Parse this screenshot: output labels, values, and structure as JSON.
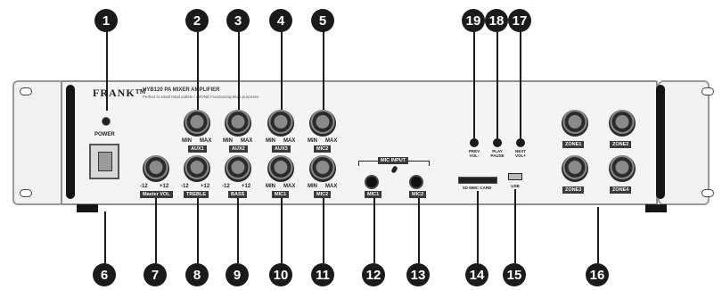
{
  "brand": {
    "name": "FRANK™",
    "model": "HYB120 PA MIXER AMPLIFIER",
    "description": "Perfect in small retail outlets / 4ZONE Functioning Multi-purposes"
  },
  "power": {
    "label": "POWER"
  },
  "callouts": [
    "1",
    "2",
    "3",
    "4",
    "5",
    "6",
    "7",
    "8",
    "9",
    "10",
    "11",
    "12",
    "13",
    "14",
    "15",
    "16",
    "17",
    "18",
    "19"
  ],
  "knob_labels": {
    "min": "MIN",
    "max": "MAX",
    "minus12": "-12",
    "plus12": "+12"
  },
  "tags": {
    "master_vol": "Master VOL",
    "treble": "TREBLE",
    "bass": "BASS",
    "aux1": "AUX1",
    "aux2": "AUX2",
    "aux3": "AUX3",
    "mic1_vol": "MIC1",
    "mic2_vol": "MIC2",
    "mic_input": "MIC INPUT",
    "mic1_jack": "MIC1",
    "mic2_jack": "MIC2"
  },
  "player": {
    "sd_label": "SD MMC CARD",
    "usb_label": "USB",
    "prev_label": "PREV VOL-",
    "play_label": "PLAY PAUSE",
    "next_label": "NEXT VOL+"
  },
  "zones": [
    "ZONE1",
    "ZONE2",
    "ZONE3",
    "ZONE4"
  ]
}
